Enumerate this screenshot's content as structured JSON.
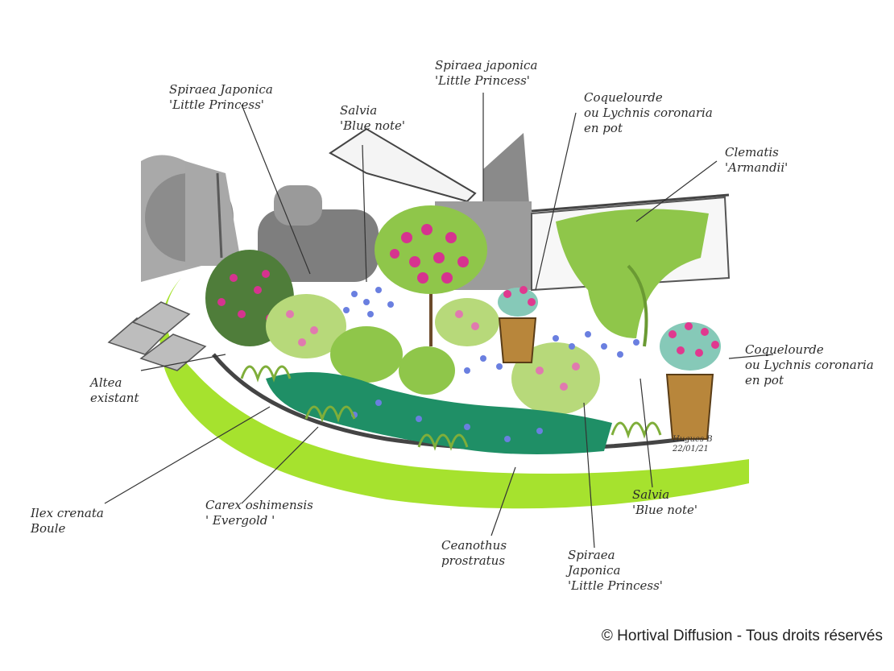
{
  "labels": [
    {
      "id": "spiraea-top-left",
      "lines": [
        "Spiraea Japonica",
        "'Little Princess'"
      ]
    },
    {
      "id": "salvia-top",
      "lines": [
        "Salvia",
        "'Blue note'"
      ]
    },
    {
      "id": "spiraea-top-center",
      "lines": [
        "Spiraea japonica",
        "'Little Princess'"
      ]
    },
    {
      "id": "coquelourde-top",
      "lines": [
        "Coquelourde",
        "ou Lychnis coronaria",
        "en pot"
      ]
    },
    {
      "id": "clematis",
      "lines": [
        "Clematis",
        "'Armandii'"
      ]
    },
    {
      "id": "coquelourde-right",
      "lines": [
        "Coquelourde",
        "ou Lychnis coronaria",
        "en pot"
      ]
    },
    {
      "id": "altea",
      "lines": [
        "Altea",
        "existant"
      ]
    },
    {
      "id": "ilex",
      "lines": [
        "Ilex crenata",
        "Boule"
      ]
    },
    {
      "id": "carex",
      "lines": [
        "Carex oshimensis",
        "' Evergold '"
      ]
    },
    {
      "id": "ceanothus",
      "lines": [
        "Ceanothus",
        "prostratus"
      ]
    },
    {
      "id": "spiraea-bottom",
      "lines": [
        "Spiraea",
        "Japonica",
        "'Little Princess'"
      ]
    },
    {
      "id": "salvia-bottom",
      "lines": [
        "Salvia",
        "'Blue note'"
      ]
    }
  ],
  "signature": [
    "Hugues B",
    "22/01/21"
  ],
  "copyright": "© Hortival Diffusion - Tous droits réservés",
  "colors": {
    "lawn": "#a6e22e",
    "pot": "#b8863b",
    "rose": "#d6338f",
    "salvia": "#6a7fe0",
    "ilex": "#1f8f66",
    "foliage": "#8fc64a",
    "grey": "#8f8f8f"
  }
}
